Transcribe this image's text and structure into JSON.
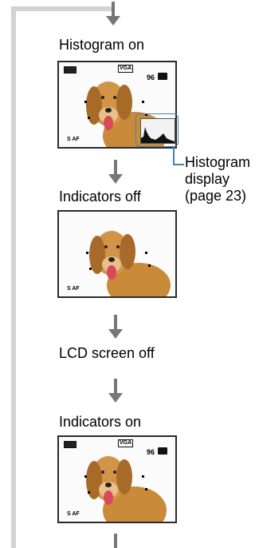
{
  "steps": [
    {
      "label": "Histogram on"
    },
    {
      "label": "Indicators off"
    },
    {
      "label": "LCD screen off"
    },
    {
      "label": "Indicators on"
    }
  ],
  "histogram_callout": {
    "line1": "Histogram",
    "line2": "display",
    "line3": "(page 23)"
  },
  "screen_indicators": {
    "resolution": "VGA",
    "shots_remaining": "96",
    "focus_mode": "S AF"
  },
  "colors": {
    "guide_line": "#d2d2d2",
    "arrow": "#777777",
    "callout": "#4a7fb3"
  },
  "icons": [
    "battery-icon",
    "camera-mode-icon",
    "down-arrow-icon"
  ]
}
